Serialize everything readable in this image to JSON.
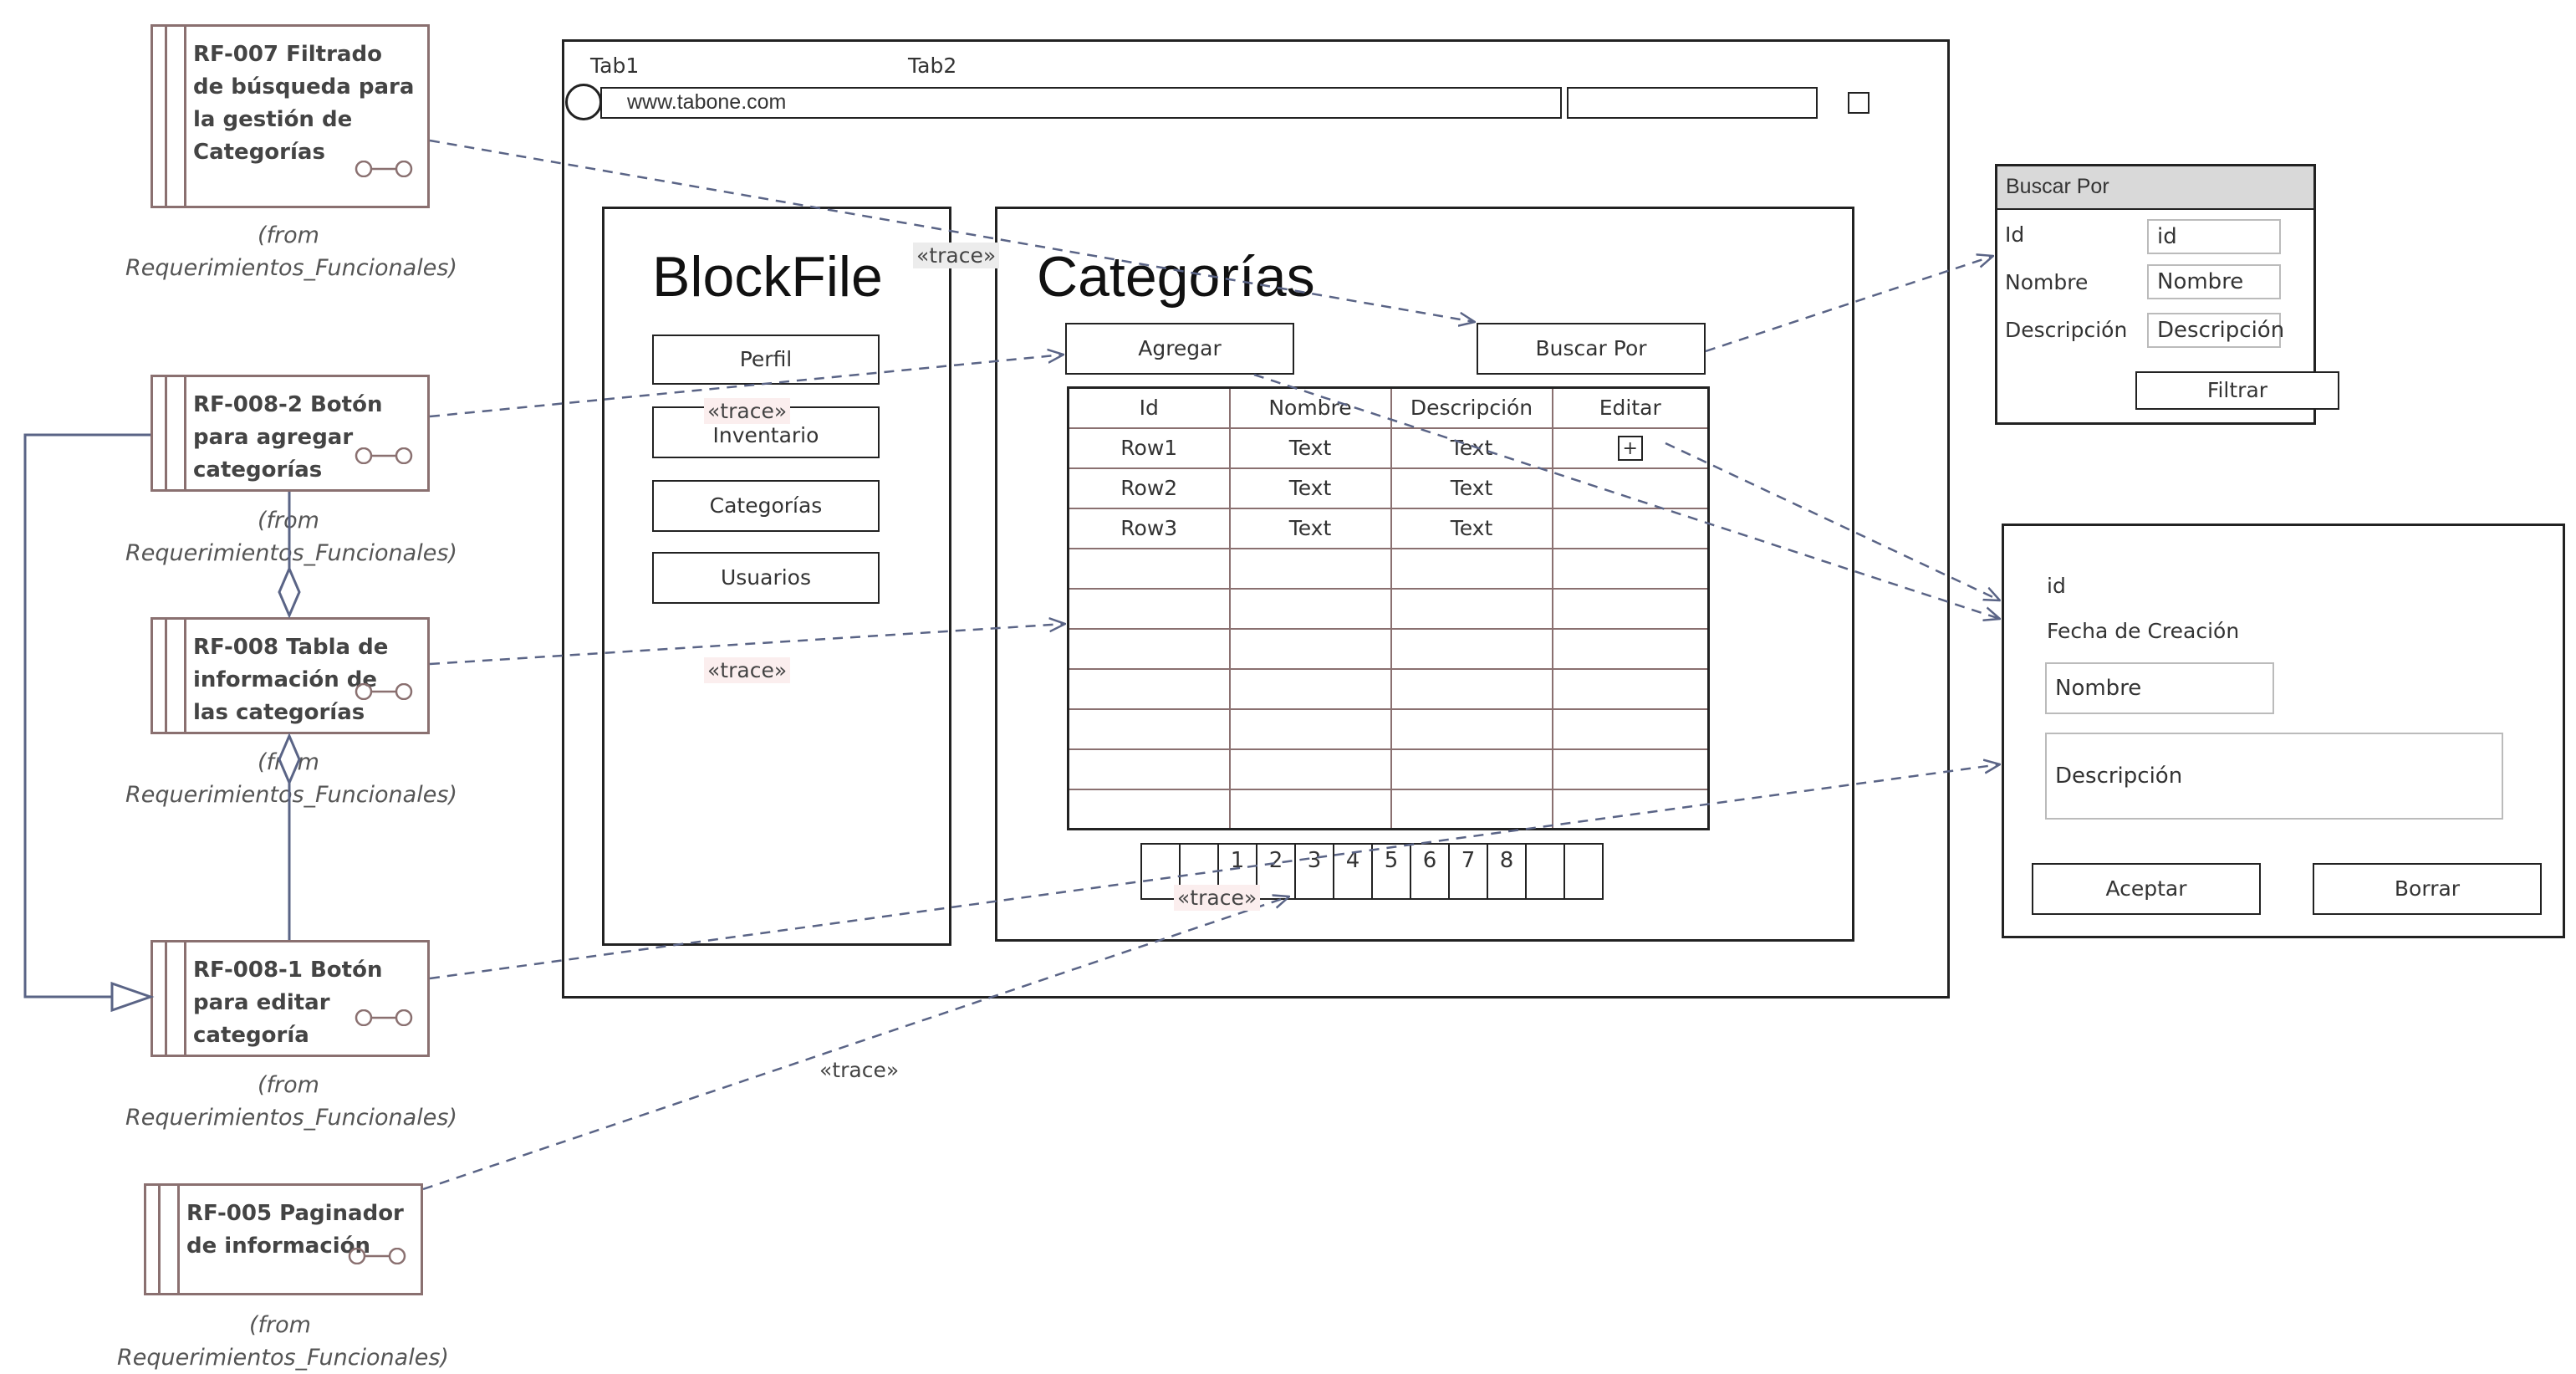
{
  "requirements": [
    {
      "lines": [
        "RF-007 Filtrado",
        "de búsqueda para",
        "la gestión de",
        "Categorías"
      ],
      "from": [
        "(from",
        "Requerimientos_Funcionales)"
      ]
    },
    {
      "lines": [
        "RF-008-2 Botón",
        "para agregar",
        "categorías"
      ],
      "from": [
        "(from",
        "Requerimientos_Funcionales)"
      ]
    },
    {
      "lines": [
        "RF-008 Tabla de",
        "información de",
        "las categorías"
      ],
      "from": [
        "(from",
        "Requerimientos_Funcionales)"
      ]
    },
    {
      "lines": [
        "RF-008-1 Botón",
        "para editar",
        "categoría"
      ],
      "from": [
        "(from",
        "Requerimientos_Funcionales)"
      ]
    },
    {
      "lines": [
        "RF-005 Paginador",
        "de información"
      ],
      "from": [
        "(from",
        "Requerimientos_Funcionales)"
      ]
    }
  ],
  "browser": {
    "tabs": [
      "Tab1",
      "Tab2"
    ],
    "url": "www.tabone.com"
  },
  "sidebar": {
    "brand": "BlockFile",
    "items": [
      "Perfil",
      "Inventario",
      "Categorías",
      "Usuarios"
    ]
  },
  "main": {
    "title": "Categorías",
    "add_button": "Agregar",
    "search_button": "Buscar Por",
    "table": {
      "headers": [
        "Id",
        "Nombre",
        "Descripción",
        "Editar"
      ],
      "rows": [
        [
          "Row1",
          "Text",
          "Text",
          "+"
        ],
        [
          "Row2",
          "Text",
          "Text",
          ""
        ],
        [
          "Row3",
          "Text",
          "Text",
          ""
        ]
      ],
      "empty_rows": 7
    },
    "pagination": [
      "",
      "",
      "1",
      "2",
      "3",
      "4",
      "5",
      "6",
      "7",
      "8",
      "",
      ""
    ]
  },
  "search_panel": {
    "title": "Buscar Por",
    "fields": [
      {
        "label": "Id",
        "placeholder": "id"
      },
      {
        "label": "Nombre",
        "placeholder": "Nombre"
      },
      {
        "label": "Descripción",
        "placeholder": "Descripción"
      }
    ],
    "filter_button": "Filtrar"
  },
  "edit_panel": {
    "id_label": "id",
    "date_label": "Fecha de Creación",
    "name_placeholder": "Nombre",
    "description_placeholder": "Descripción",
    "accept_button": "Aceptar",
    "delete_button": "Borrar"
  },
  "trace_label": "«trace»",
  "colors": {
    "connector": "#5a6486",
    "requirement_border": "#8a7070",
    "table_border": "#8a7070"
  }
}
